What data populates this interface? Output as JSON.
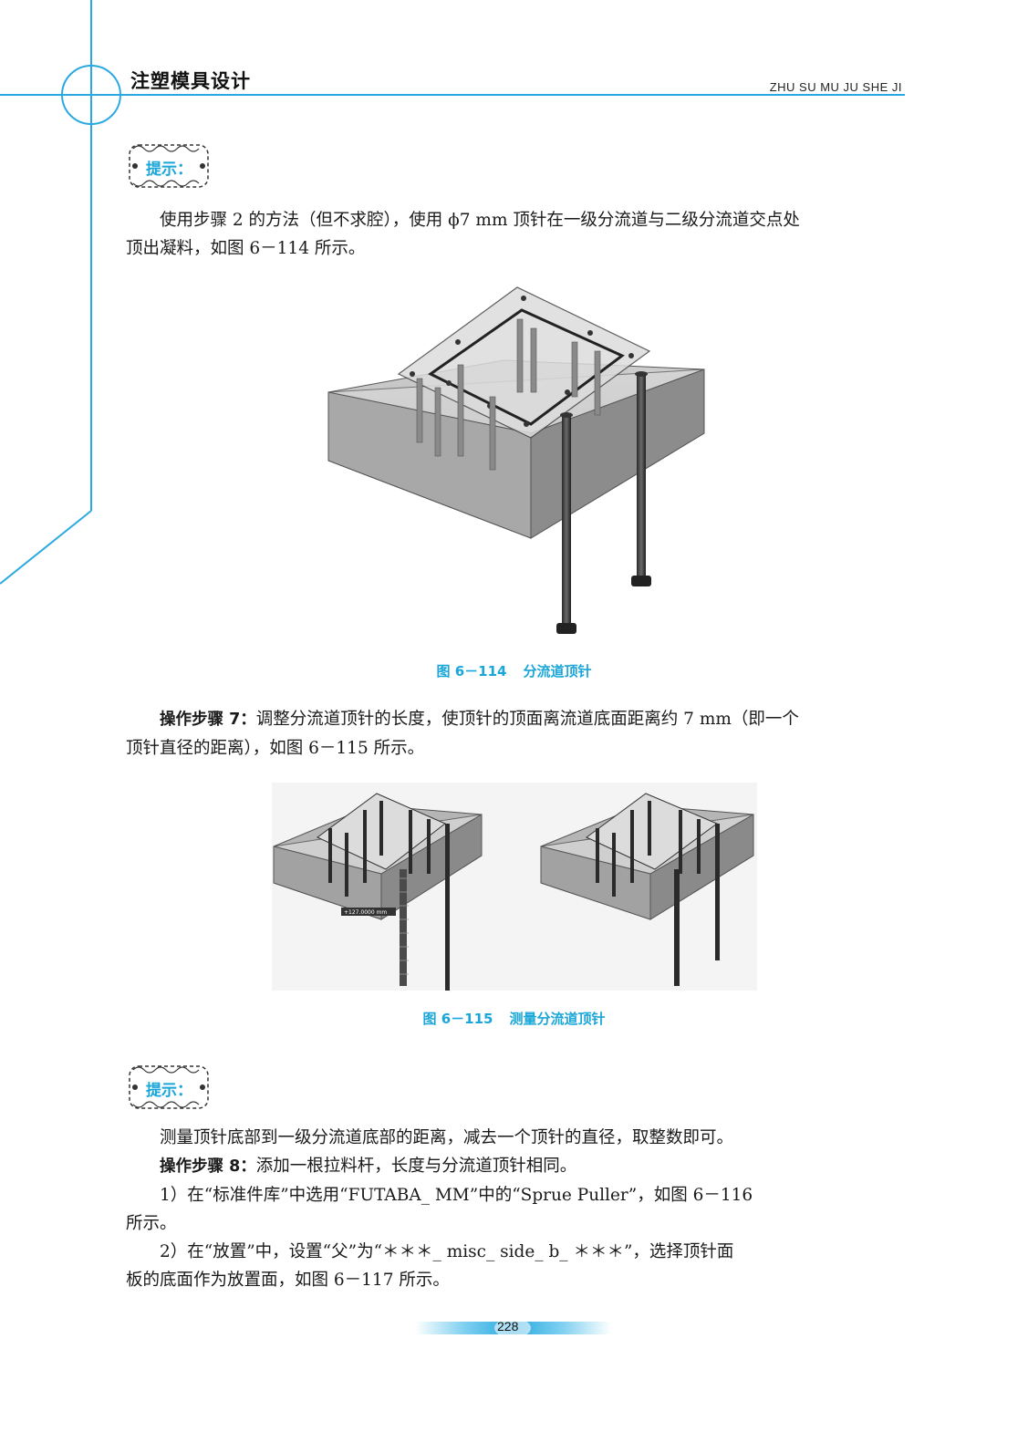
{
  "header": {
    "title": "注塑模具设计",
    "pinyin": "ZHU SU MU JU SHE JI"
  },
  "tip1": {
    "label": "提示："
  },
  "para1": {
    "line1": "使用步骤 2 的方法（但不求腔），使用 ϕ7 mm 顶针在一级分流道与二级分流道交点处",
    "line2": "顶出凝料，如图 6－114 所示。"
  },
  "figure114": {
    "caption_num": "图 6－114",
    "caption_title": "分流道顶针"
  },
  "step7": {
    "label": "操作步骤 7：",
    "text1": "调整分流道顶针的长度，使顶针的顶面离流道底面距离约 7 mm（即一个",
    "text2": "顶针直径的距离），如图 6－115 所示。"
  },
  "figure115": {
    "caption_num": "图 6－115",
    "caption_title": "测量分流道顶针",
    "measure_label": "+127.0000 mm"
  },
  "tip2": {
    "label": "提示："
  },
  "para_tip2": "测量顶针底部到一级分流道底部的距离，减去一个顶针的直径，取整数即可。",
  "step8": {
    "label": "操作步骤 8：",
    "text": "添加一根拉料杆，长度与分流道顶针相同。"
  },
  "item1": {
    "line1": "1）在“标准件库”中选用“FUTABA_ MM”中的“Sprue Puller”，如图 6－116",
    "line2": "所示。"
  },
  "item2": {
    "line1": "2）在“放置”中，设置“父”为“＊＊＊_ misc_ side_ b_ ＊＊＊”，选择顶针面",
    "line2": "板的底面作为放置面，如图 6－117 所示。"
  },
  "page_number": "228",
  "colors": {
    "accent": "#1aa6d8"
  }
}
